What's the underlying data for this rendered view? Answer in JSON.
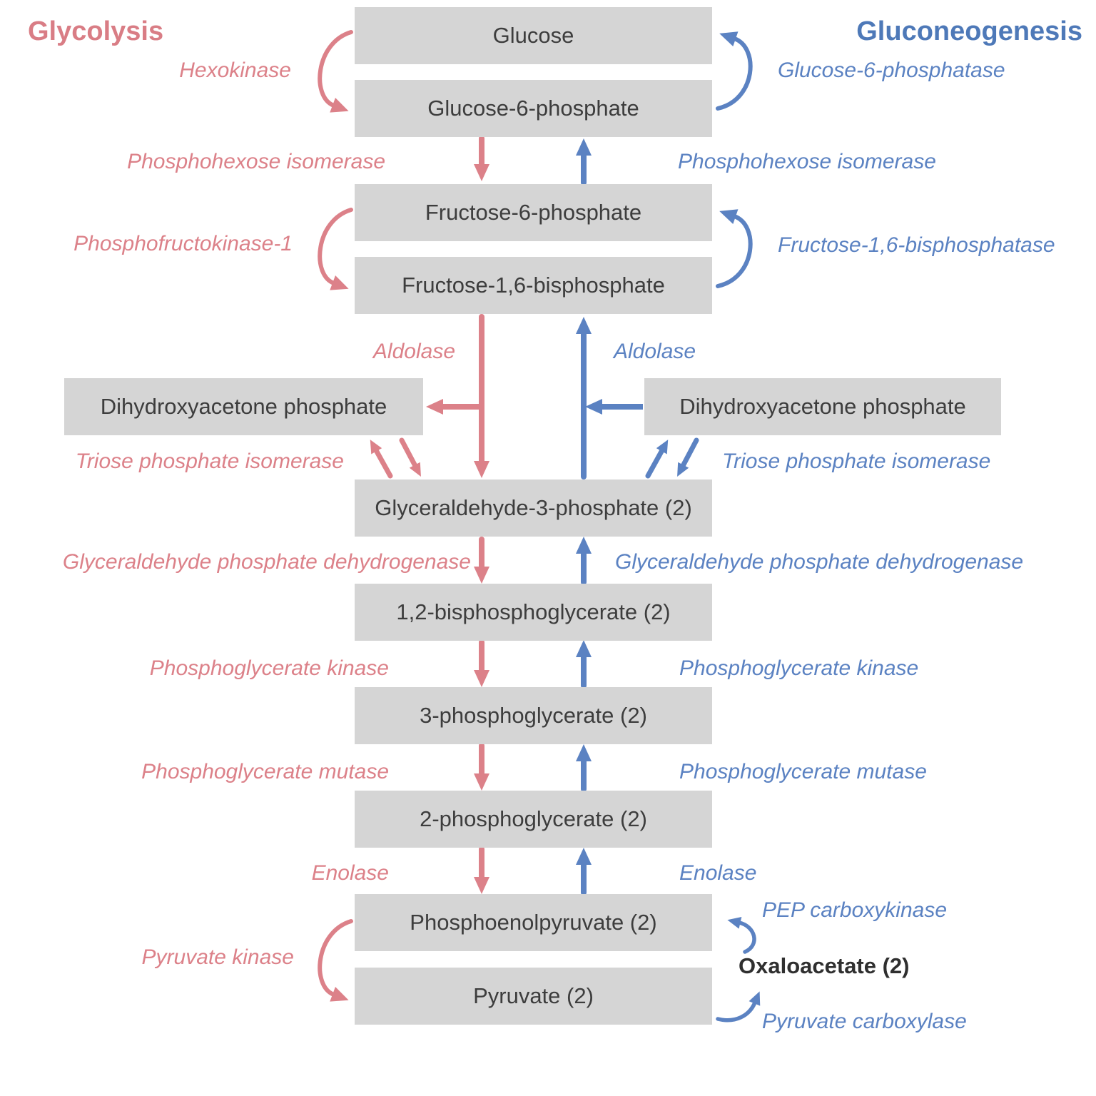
{
  "titles": {
    "glycolysis": "Glycolysis",
    "gluconeogenesis": "Gluconeogenesis"
  },
  "colors": {
    "glycolysis_pink": "#dc8189",
    "gluconeogenesis_blue": "#5b82c2",
    "glycolysis_title_pink": "#d97d85",
    "gluconeogenesis_title_blue": "#4e79b8",
    "box_background": "#d5d5d5",
    "box_text": "#3d3d3d",
    "oxaloacetate_text": "#2f2f2f"
  },
  "metabolites": {
    "glucose": "Glucose",
    "glucose_6_phosphate": "Glucose-6-phosphate",
    "fructose_6_phosphate": "Fructose-6-phosphate",
    "fructose_16_bisphosphate": "Fructose-1,6-bisphosphate",
    "dhap_left": "Dihydroxyacetone phosphate",
    "dhap_right": "Dihydroxyacetone phosphate",
    "glyceraldehyde_3_phosphate": "Glyceraldehyde-3-phosphate (2)",
    "bisphosphoglycerate_12": "1,2-bisphosphoglycerate (2)",
    "phosphoglycerate_3": "3-phosphoglycerate (2)",
    "phosphoglycerate_2": "2-phosphoglycerate (2)",
    "phosphoenolpyruvate": "Phosphoenolpyruvate (2)",
    "pyruvate": "Pyruvate (2)",
    "oxaloacetate": "Oxaloacetate (2)"
  },
  "enzymes_glycolysis": {
    "hexokinase": "Hexokinase",
    "phosphohexose_isomerase": "Phosphohexose isomerase",
    "phosphofructokinase_1": "Phosphofructokinase-1",
    "aldolase": "Aldolase",
    "triose_phosphate_isomerase": "Triose phosphate isomerase",
    "gapdh": "Glyceraldehyde phosphate dehydrogenase",
    "phosphoglycerate_kinase": "Phosphoglycerate kinase",
    "phosphoglycerate_mutase": "Phosphoglycerate mutase",
    "enolase": "Enolase",
    "pyruvate_kinase": "Pyruvate kinase"
  },
  "enzymes_gluconeogenesis": {
    "glucose_6_phosphatase": "Glucose-6-phosphatase",
    "phosphohexose_isomerase": "Phosphohexose isomerase",
    "fructose_16_bisphosphatase": "Fructose-1,6-bisphosphatase",
    "aldolase": "Aldolase",
    "triose_phosphate_isomerase": "Triose phosphate isomerase",
    "gapdh": "Glyceraldehyde phosphate dehydrogenase",
    "phosphoglycerate_kinase": "Phosphoglycerate kinase",
    "phosphoglycerate_mutase": "Phosphoglycerate mutase",
    "enolase": "Enolase",
    "pep_carboxykinase": "PEP carboxykinase",
    "pyruvate_carboxylase": "Pyruvate carboxylase"
  }
}
